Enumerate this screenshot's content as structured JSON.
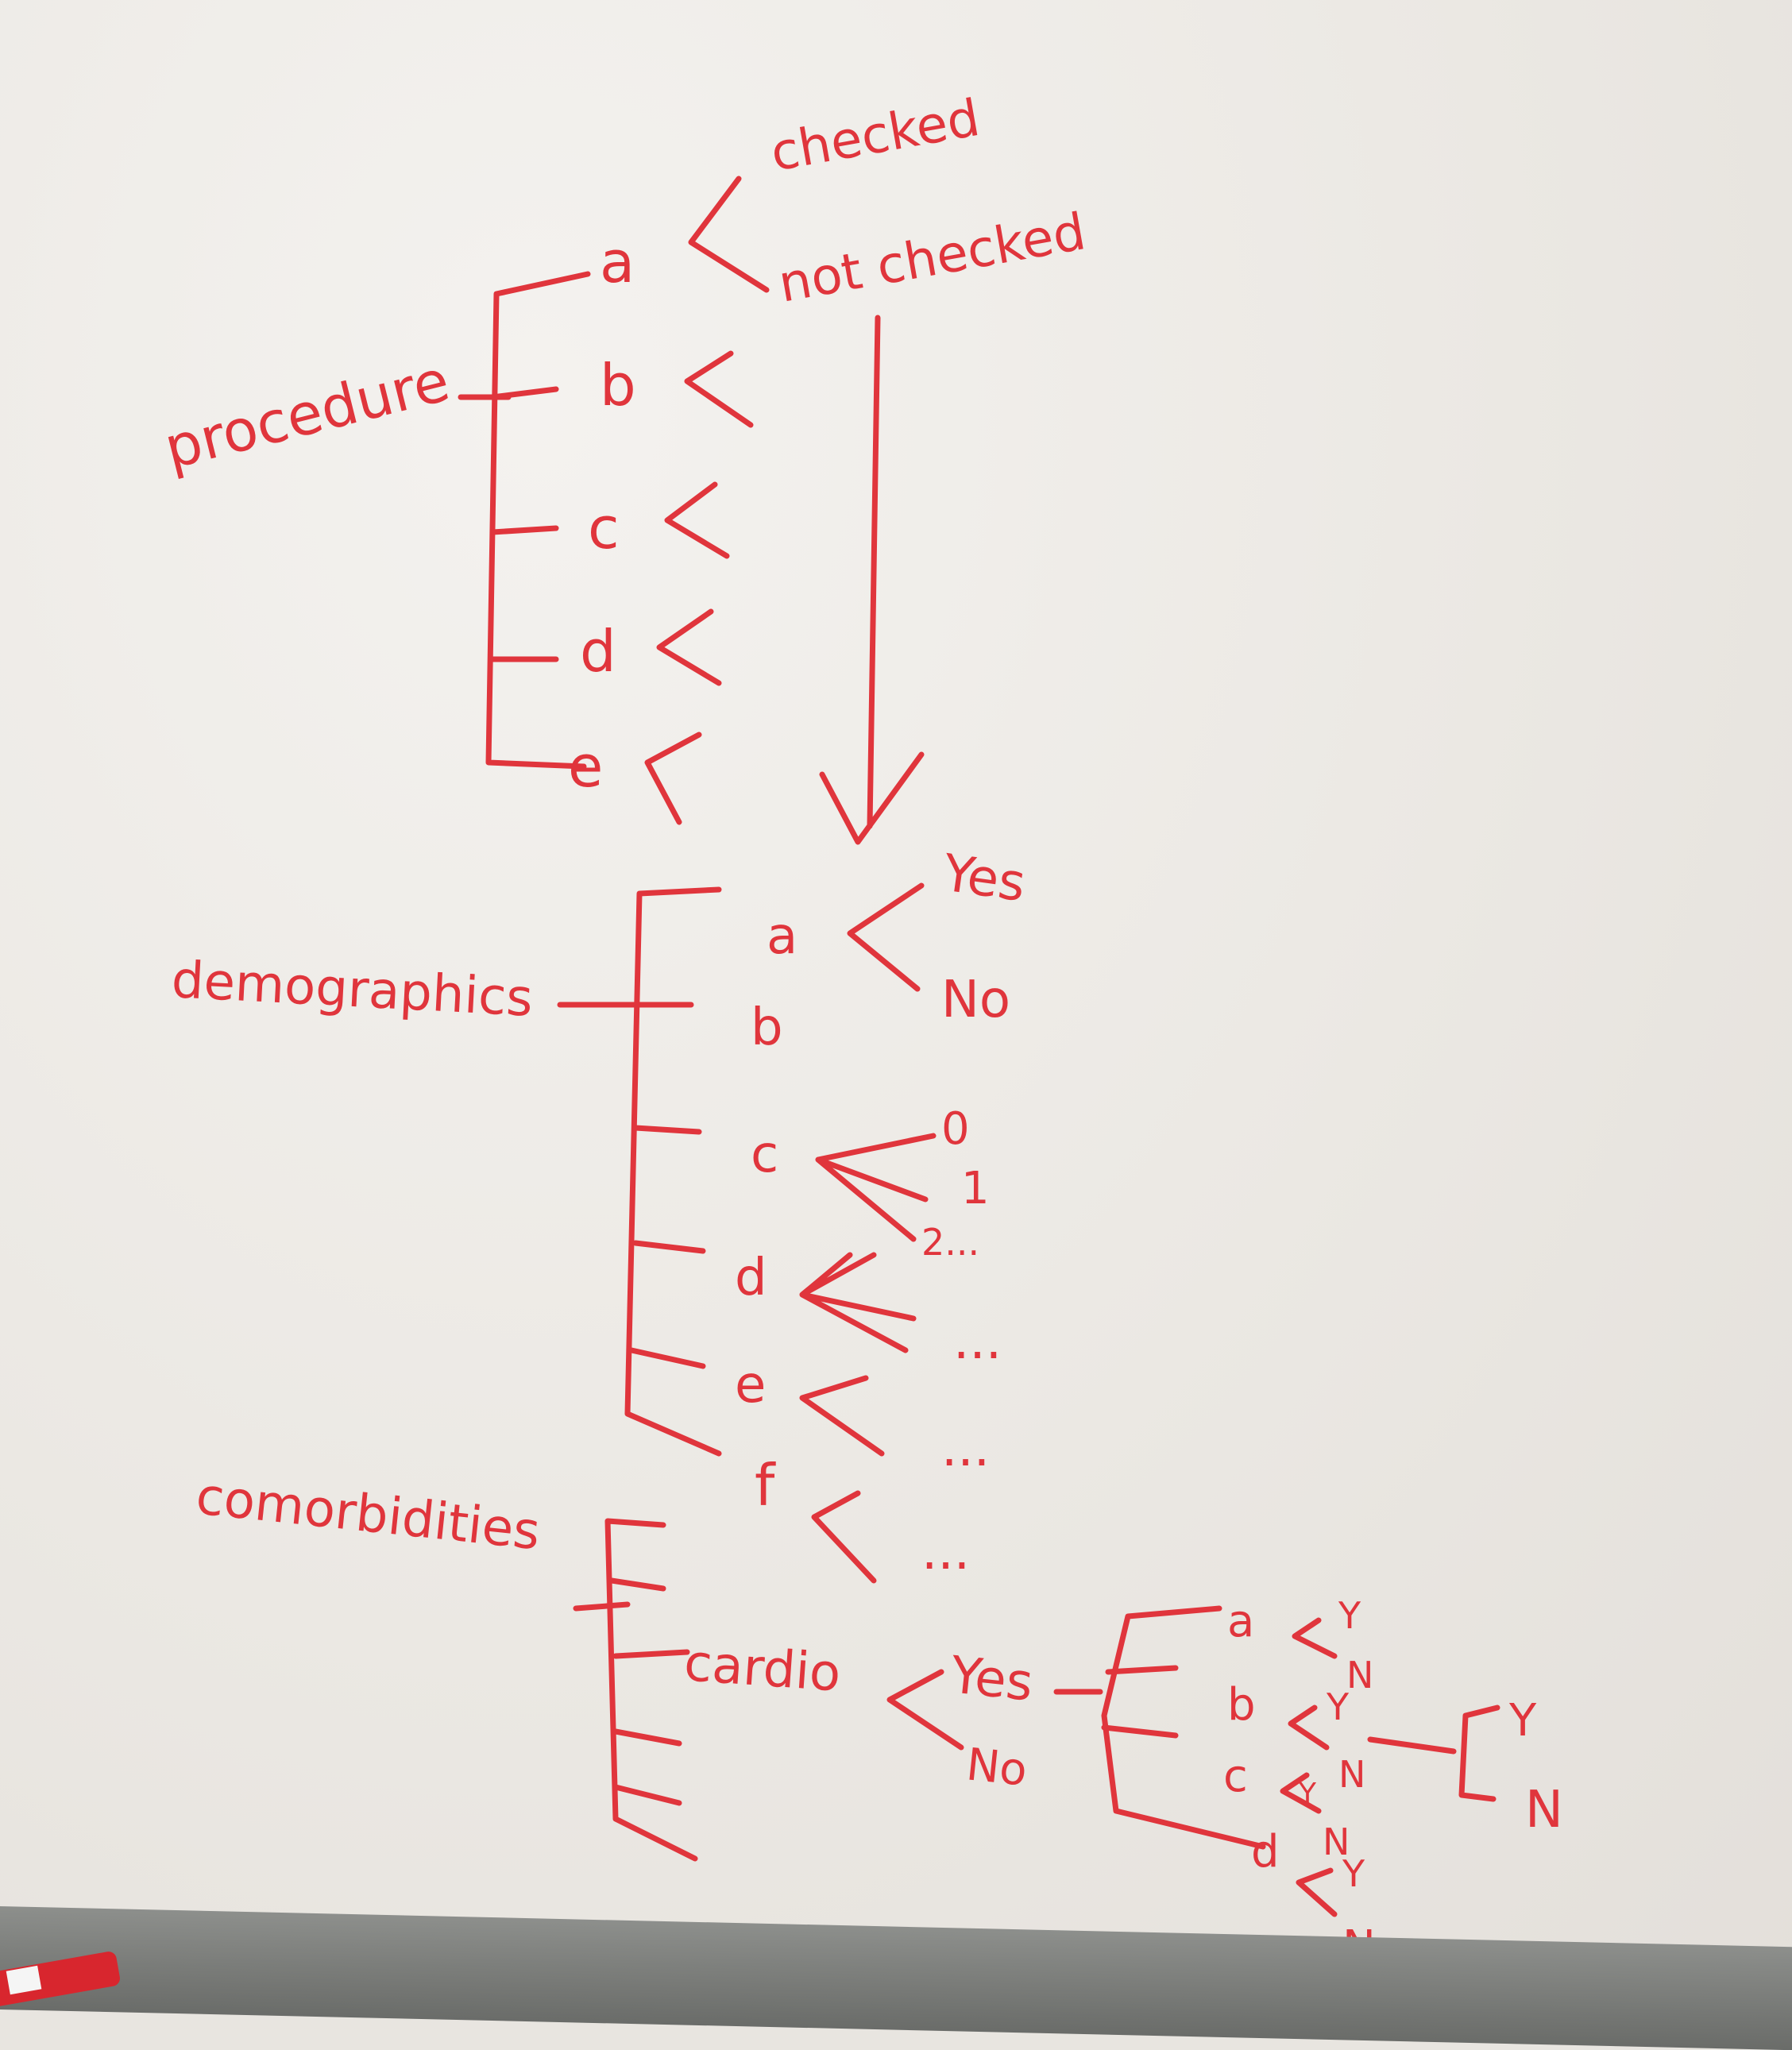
{
  "procedure": {
    "root": "procedure",
    "items": [
      "a",
      "b",
      "c",
      "d",
      "e"
    ],
    "a_options": [
      "checked",
      "not checked"
    ]
  },
  "demographics": {
    "root": "demographics",
    "items": [
      "a",
      "b",
      "c",
      "d",
      "e",
      "f"
    ],
    "a_options": [
      "Yes",
      "No"
    ],
    "c_options": [
      "0",
      "1",
      "2..."
    ],
    "d_more": "...",
    "e_more": "...",
    "f_more": "..."
  },
  "comorbidities": {
    "root": "comorbidities",
    "cardio": "cardio",
    "cardio_options": [
      "Yes",
      "No"
    ],
    "sub_items": [
      "a",
      "b",
      "c",
      "d"
    ],
    "yes_letter": "Y",
    "no_letter": "N"
  },
  "colors": {
    "ink": "#e0353c",
    "board": "#eeebe7"
  }
}
